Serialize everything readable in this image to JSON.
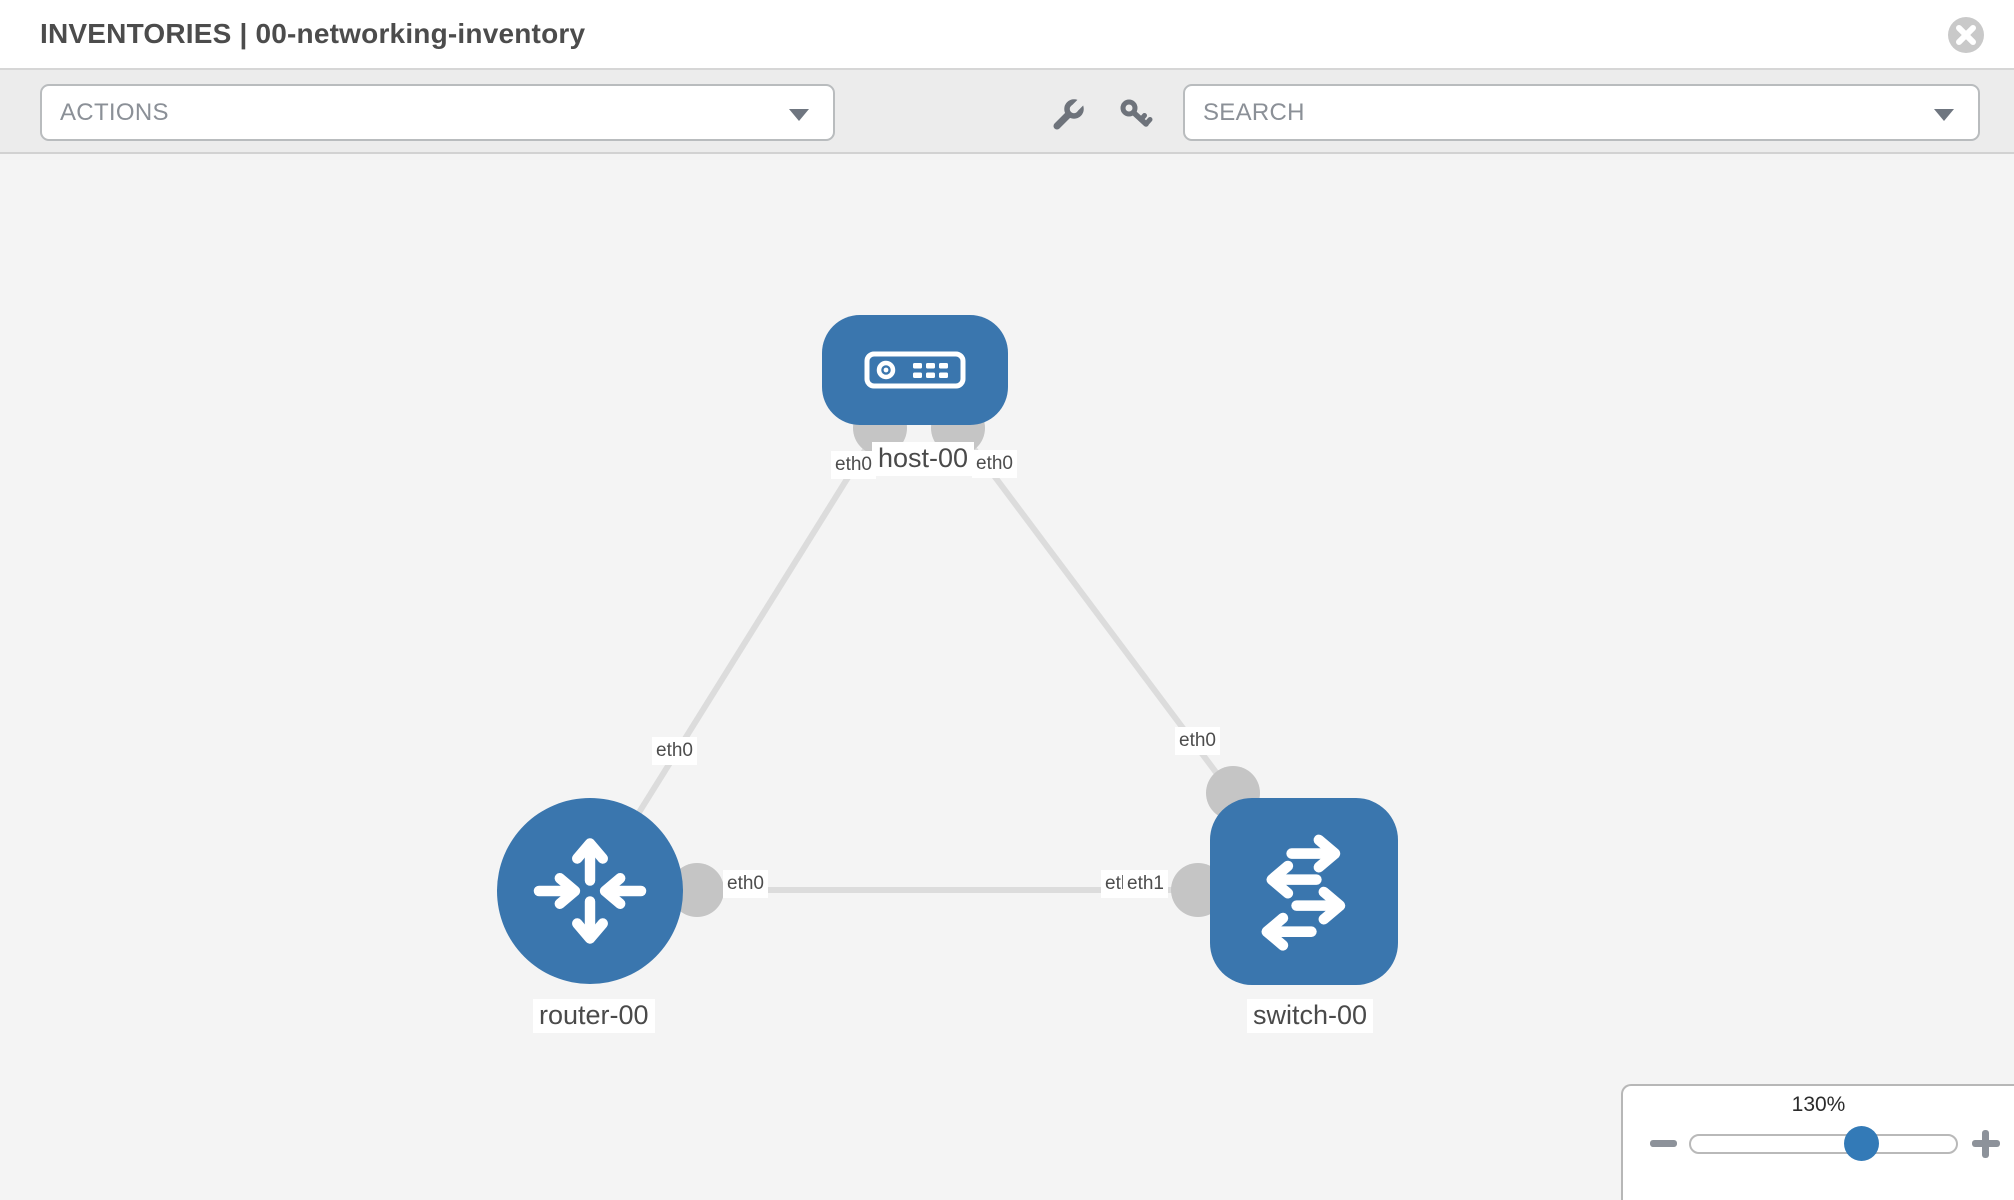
{
  "header": {
    "title": "INVENTORIES | 00-networking-inventory"
  },
  "toolbar": {
    "actions_label": "ACTIONS",
    "search_placeholder": "SEARCH"
  },
  "topology": {
    "nodes": [
      {
        "id": "host-00",
        "type": "host",
        "label": "host-00"
      },
      {
        "id": "router-00",
        "type": "router",
        "label": "router-00"
      },
      {
        "id": "switch-00",
        "type": "switch",
        "label": "switch-00"
      }
    ],
    "links": [
      {
        "from": "host-00",
        "to": "router-00",
        "from_iface": "eth0",
        "to_iface": "eth0"
      },
      {
        "from": "host-00",
        "to": "switch-00",
        "from_iface": "eth0",
        "to_iface": "eth0"
      },
      {
        "from": "router-00",
        "to": "switch-00",
        "from_iface": "eth0",
        "to_iface": "eth1"
      }
    ],
    "iface_chips": [
      {
        "text": "eth0",
        "pos": "host-left"
      },
      {
        "text": "eth0",
        "pos": "host-right"
      },
      {
        "text": "eth0",
        "pos": "link-host-router-lower"
      },
      {
        "text": "eth0",
        "pos": "above-switch"
      },
      {
        "text": "eth0",
        "pos": "link-router-switch-left"
      },
      {
        "text": "eth0",
        "pos": "link-router-switch-right-under"
      },
      {
        "text": "eth1",
        "pos": "link-router-switch-right-over"
      }
    ],
    "colors": {
      "node_blue": "#3a76ae",
      "link_gray": "#dcdcdc",
      "port_gray": "#c5c5c5",
      "canvas_bg": "#f4f4f4"
    }
  },
  "zoom_control": {
    "level": "130%"
  }
}
